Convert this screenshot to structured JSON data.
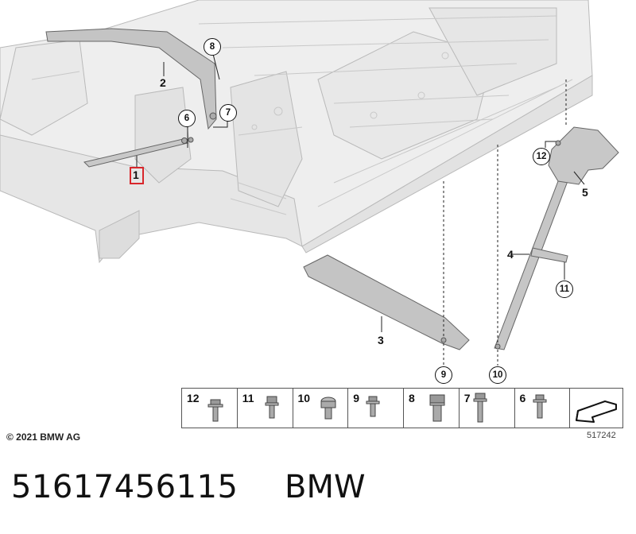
{
  "callouts": {
    "c1": "1",
    "c2": "2",
    "c3": "3",
    "c4": "4",
    "c5": "5",
    "c6": "6",
    "c7": "7",
    "c8": "8",
    "c9": "9",
    "c10": "10",
    "c11": "11",
    "c12": "12"
  },
  "fastener_table": [
    {
      "num": "12",
      "icon": "flange-bolt-icon"
    },
    {
      "num": "11",
      "icon": "hex-bolt-icon"
    },
    {
      "num": "10",
      "icon": "torx-screw-icon"
    },
    {
      "num": "9",
      "icon": "small-flange-bolt-icon"
    },
    {
      "num": "8",
      "icon": "large-hex-bolt-icon"
    },
    {
      "num": "7",
      "icon": "long-bolt-icon"
    },
    {
      "num": "6",
      "icon": "flange-bolt-icon"
    }
  ],
  "copyright": "© 2021 BMW AG",
  "diagram_id": "517242",
  "part_number": "51617456115",
  "brand": "BMW",
  "colors": {
    "highlight": "#d8262b",
    "body_fill": "#eeeeee",
    "body_line": "#b8b8b8",
    "part_fill": "#c8c8c8",
    "part_line": "#666666"
  }
}
